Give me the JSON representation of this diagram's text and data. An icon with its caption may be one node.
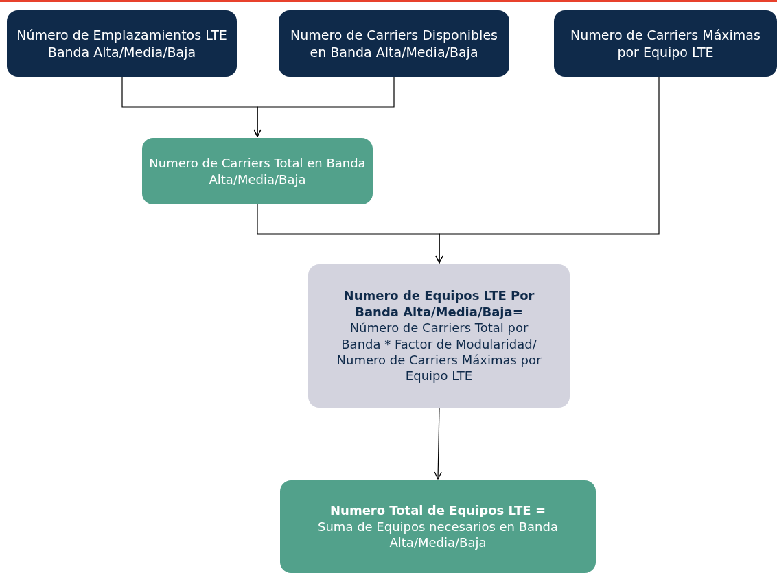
{
  "diagram": {
    "nodes": [
      {
        "text": [
          "Número de Emplazamientos LTE Banda Alta/Media/Baja"
        ]
      },
      {
        "text": [
          "Numero de Carriers Disponibles en Banda Alta/Media/Baja"
        ]
      },
      {
        "text": [
          "Numero de Carriers Máximas por Equipo LTE"
        ]
      },
      {
        "text": [
          "Numero de Carriers Total en Banda Alta/Media/Baja"
        ]
      },
      {
        "text": [
          "Numero de Equipos LTE Por Banda Alta/Media/Baja=",
          "Número de Carriers Total por Banda * Factor de Modularidad/ Numero de Carriers Máximas por Equipo LTE"
        ]
      },
      {
        "text": [
          "Numero Total de Equipos LTE =",
          "Suma de Equipos necesarios en Banda Alta/Media/Baja"
        ]
      }
    ],
    "edges": [
      {
        "from": 0,
        "to": 3,
        "arrow": "to"
      },
      {
        "from": 1,
        "to": 3,
        "arrow": "to"
      },
      {
        "from": 3,
        "to": 4,
        "arrow": "to"
      },
      {
        "from": 2,
        "to": 4,
        "arrow": "to"
      },
      {
        "from": 4,
        "to": 5,
        "arrow": "to"
      }
    ]
  }
}
